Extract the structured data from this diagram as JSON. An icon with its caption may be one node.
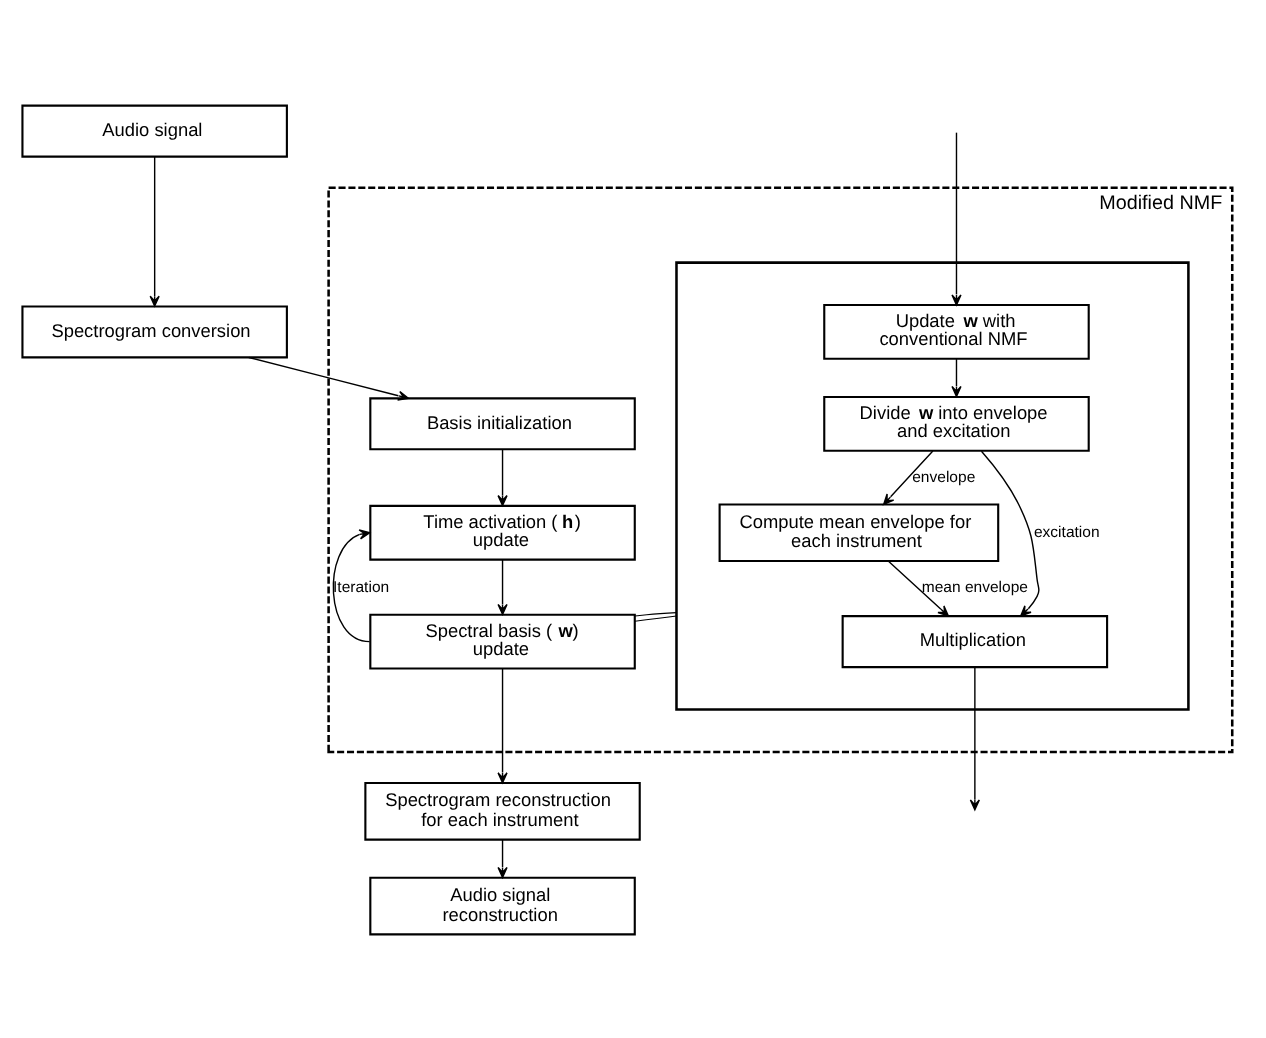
{
  "diagram": {
    "nodes": [
      {
        "text": [
          "Audio signal"
        ]
      },
      {
        "text": [
          "Spectrogram conversion"
        ]
      },
      {
        "text": [
          "Modified NMF"
        ]
      },
      {
        "text": [
          "Basis initialization"
        ],
        "in": 2
      },
      {
        "text": [
          "Time activation (**h**) update"
        ],
        "in": 2
      },
      {
        "text": [
          "Spectral basis (**w**) update"
        ],
        "in": 2
      },
      {
        "text": [],
        "shape": "box",
        "in": 2
      },
      {
        "text": [
          "Update **w** with conventional NMF"
        ],
        "in": 6
      },
      {
        "text": [
          "Divide **w** into envelope and excitation"
        ],
        "in": 6
      },
      {
        "text": [
          "Compute mean envelope for each instrument"
        ],
        "in": 6
      },
      {
        "text": [
          "Multiplication"
        ],
        "in": 6
      },
      {
        "text": [
          "Spectrogram reconstruction for each instrument"
        ]
      },
      {
        "text": [
          "Audio signal reconstruction"
        ]
      }
    ],
    "edges": [
      {
        "from": 0,
        "to": 1,
        "arrow": "to"
      },
      {
        "from": 1,
        "to": 3,
        "arrow": "to"
      },
      {
        "from": 3,
        "to": 4,
        "arrow": "to"
      },
      {
        "from": 4,
        "to": 5,
        "arrow": "to"
      },
      {
        "from": 5,
        "to": 4,
        "arrow": "to",
        "label": "Iteration"
      },
      {
        "from": 5,
        "to": 11,
        "arrow": "to"
      },
      {
        "from": 11,
        "to": 12,
        "arrow": "to"
      },
      {
        "from": 5,
        "to": 6,
        "arrow": "none"
      },
      {
        "from": 5,
        "to": 6,
        "arrow": "none"
      },
      {
        "from": null,
        "to": 7,
        "arrow": "to"
      },
      {
        "from": 7,
        "to": 8,
        "arrow": "to"
      },
      {
        "from": 8,
        "to": 9,
        "arrow": "to",
        "label": "envelope"
      },
      {
        "from": 8,
        "to": 10,
        "arrow": "to",
        "label": "excitation"
      },
      {
        "from": 9,
        "to": 10,
        "arrow": "to",
        "label": "mean envelope"
      },
      {
        "from": 10,
        "to": null,
        "arrow": "to"
      }
    ]
  }
}
